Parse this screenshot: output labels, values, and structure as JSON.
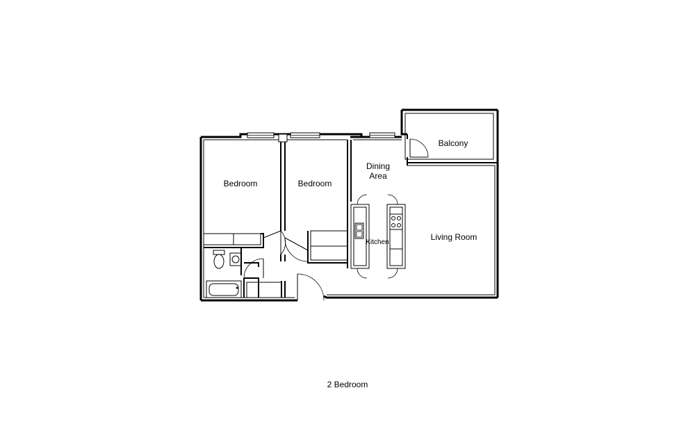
{
  "rooms": {
    "bedroom_1": "Bedroom",
    "bedroom_2": "Bedroom",
    "dining_line1": "Dining",
    "dining_line2": "Area",
    "balcony": "Balcony",
    "kitchen": "Kitchen",
    "living_room": "Living Room"
  },
  "caption": "2 Bedroom"
}
